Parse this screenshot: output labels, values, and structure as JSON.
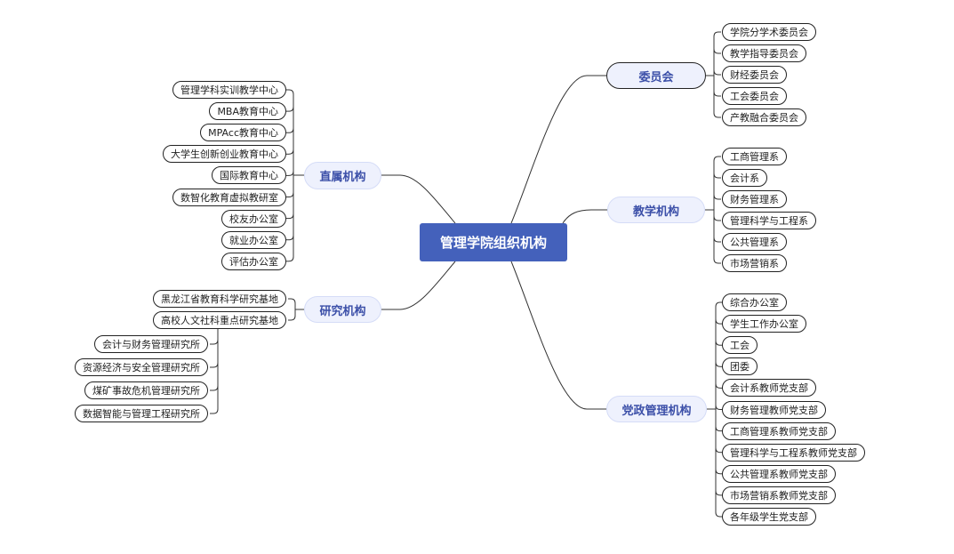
{
  "root": {
    "label": "管理学院组织机构",
    "color": "#4461bb"
  },
  "branches": {
    "committee": {
      "label": "委员会",
      "selected": true,
      "children": [
        "学院分学术委员会",
        "教学指导委员会",
        "财经委员会",
        "工会委员会",
        "产教融合委员会"
      ]
    },
    "teaching": {
      "label": "教学机构",
      "children": [
        "工商管理系",
        "会计系",
        "财务管理系",
        "管理科学与工程系",
        "公共管理系",
        "市场营销系"
      ]
    },
    "party": {
      "label": "党政管理机构",
      "children": [
        "综合办公室",
        "学生工作办公室",
        "工会",
        "团委",
        "会计系教师党支部",
        "财务管理教师党支部",
        "工商管理系教师党支部",
        "管理科学与工程系教师党支部",
        "公共管理系教师党支部",
        "市场营销系教师党支部",
        "各年级学生党支部"
      ]
    },
    "direct": {
      "label": "直属机构",
      "children": [
        "管理学科实训教学中心",
        "MBA教育中心",
        "MPAcc教育中心",
        "大学生创新创业教育中心",
        "国际教育中心",
        "数智化教育虚拟教研室",
        "校友办公室",
        "就业办公室",
        "评估办公室"
      ]
    },
    "research": {
      "label": "研究机构",
      "children": [
        "黑龙江省教育科学研究基地",
        "高校人文社科重点研究基地"
      ],
      "sub_children": [
        "会计与财务管理研究所",
        "资源经济与安全管理研究所",
        "煤矿事故危机管理研究所",
        "数据智能与管理工程研究所"
      ]
    }
  }
}
